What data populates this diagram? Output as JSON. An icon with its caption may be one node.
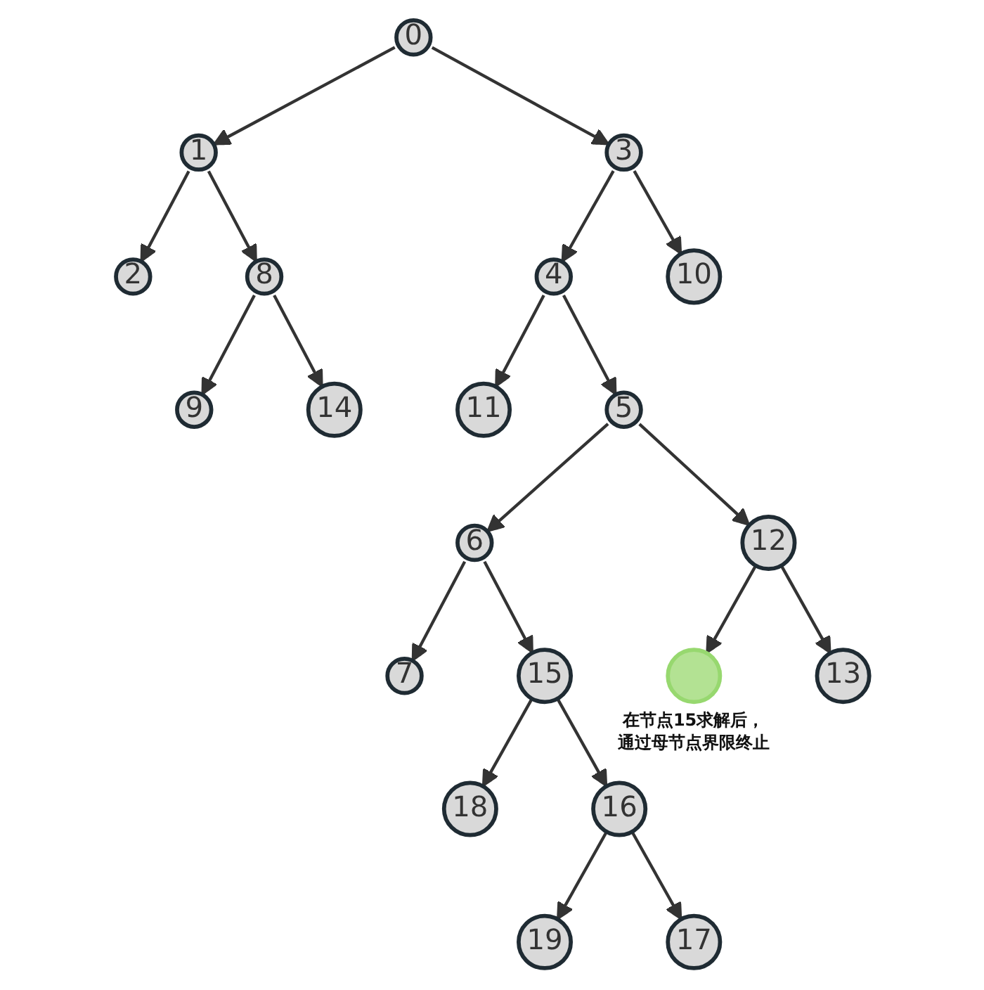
{
  "diagram": {
    "nodes": [
      {
        "text": [
          "0"
        ]
      },
      {
        "text": [
          "1"
        ]
      },
      {
        "text": [
          "3"
        ]
      },
      {
        "text": [
          "2"
        ]
      },
      {
        "text": [
          "8"
        ]
      },
      {
        "text": [
          "4"
        ]
      },
      {
        "text": [
          "10"
        ]
      },
      {
        "text": [
          "9"
        ]
      },
      {
        "text": [
          "14"
        ]
      },
      {
        "text": [
          "11"
        ]
      },
      {
        "text": [
          "5"
        ]
      },
      {
        "text": [
          "6"
        ]
      },
      {
        "text": [
          "12"
        ]
      },
      {
        "text": [
          "7"
        ]
      },
      {
        "text": [
          "15"
        ]
      },
      {
        "text": [],
        "shape": "circle",
        "beside": [
          "在节点15求解后，通过母节点界限终止"
        ]
      },
      {
        "text": [
          "13"
        ]
      },
      {
        "text": [
          "18"
        ]
      },
      {
        "text": [
          "16"
        ]
      },
      {
        "text": [
          "19"
        ]
      },
      {
        "text": [
          "17"
        ]
      }
    ],
    "edges": [
      {
        "from": 0,
        "to": 1,
        "arrow": "to"
      },
      {
        "from": 0,
        "to": 2,
        "arrow": "to"
      },
      {
        "from": 1,
        "to": 3,
        "arrow": "to"
      },
      {
        "from": 1,
        "to": 4,
        "arrow": "to"
      },
      {
        "from": 2,
        "to": 5,
        "arrow": "to"
      },
      {
        "from": 2,
        "to": 6,
        "arrow": "to"
      },
      {
        "from": 4,
        "to": 7,
        "arrow": "to"
      },
      {
        "from": 4,
        "to": 8,
        "arrow": "to"
      },
      {
        "from": 5,
        "to": 9,
        "arrow": "to"
      },
      {
        "from": 5,
        "to": 10,
        "arrow": "to"
      },
      {
        "from": 10,
        "to": 11,
        "arrow": "to"
      },
      {
        "from": 10,
        "to": 12,
        "arrow": "to"
      },
      {
        "from": 11,
        "to": 13,
        "arrow": "to"
      },
      {
        "from": 11,
        "to": 14,
        "arrow": "to"
      },
      {
        "from": 12,
        "to": 15,
        "arrow": "to"
      },
      {
        "from": 12,
        "to": 16,
        "arrow": "to"
      },
      {
        "from": 14,
        "to": 17,
        "arrow": "to"
      },
      {
        "from": 14,
        "to": 18,
        "arrow": "to"
      },
      {
        "from": 18,
        "to": 19,
        "arrow": "to"
      },
      {
        "from": 18,
        "to": 20,
        "arrow": "to"
      }
    ]
  }
}
